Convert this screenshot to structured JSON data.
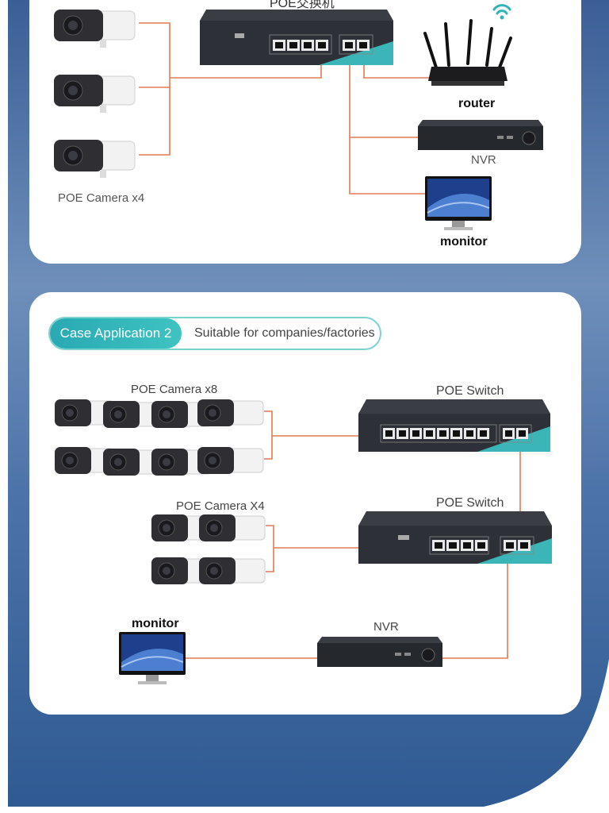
{
  "top_section": {
    "switch_title": "POE交换机",
    "camera_label": "POE Camera x4",
    "router_label": "router",
    "nvr_label": "NVR",
    "monitor_label": "monitor"
  },
  "case2": {
    "tag": "Case Application 2",
    "description": "Suitable for companies/factories",
    "cameras_a_label": "POE Camera x8",
    "cameras_b_label": "POE Camera X4",
    "switch_a_label": "POE Switch",
    "switch_b_label": "POE Switch",
    "monitor_label": "monitor",
    "nvr_label": "NVR"
  },
  "colors": {
    "wire": "#e07a57",
    "accent": "#2fb5b8",
    "background": "#3f6aa3"
  }
}
